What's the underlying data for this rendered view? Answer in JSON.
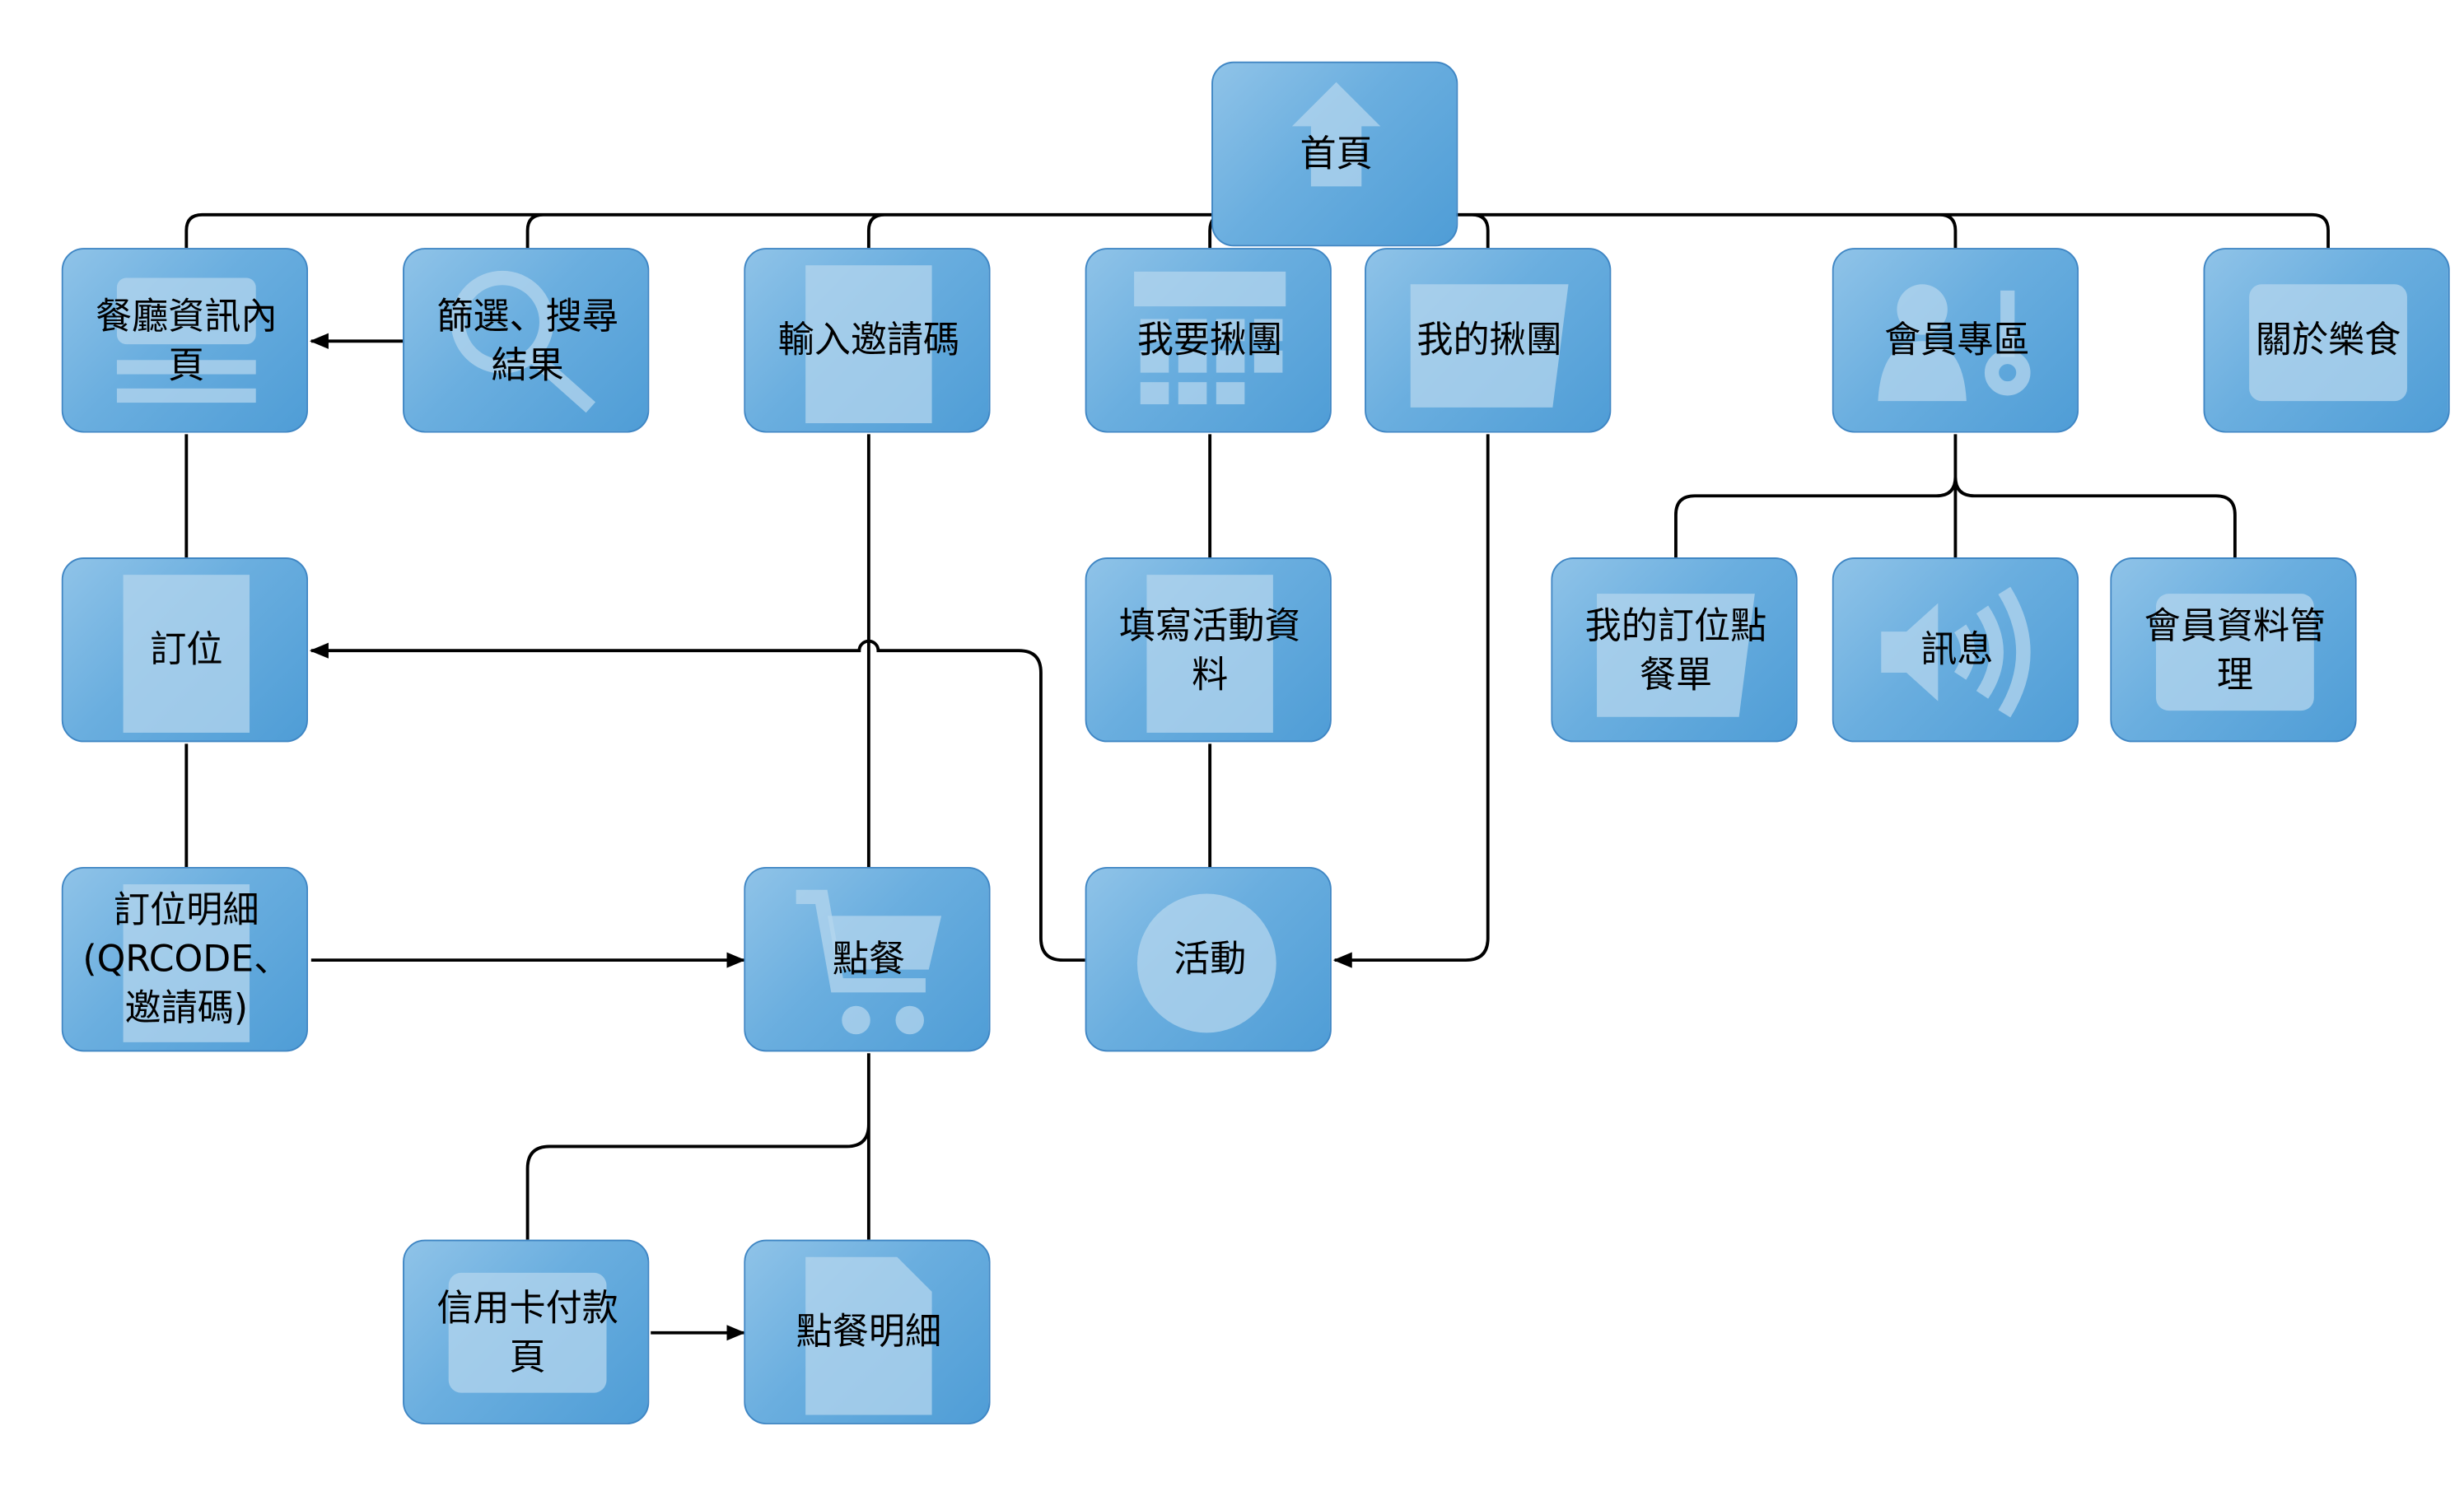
{
  "nodes": {
    "home": {
      "label": "首頁",
      "icon": "home-icon"
    },
    "restaurant_info": {
      "label": "餐廳資訊內\n頁",
      "icon": "list-icon"
    },
    "filter_search": {
      "label": "篩選、搜尋\n結果",
      "icon": "search-icon"
    },
    "invite_code": {
      "label": "輸入邀請碼",
      "icon": "document-icon"
    },
    "create_group": {
      "label": "我要揪團",
      "icon": "calendar-icon"
    },
    "my_groups": {
      "label": "我的揪團",
      "icon": "folder-icon"
    },
    "member_area": {
      "label": "會員專區",
      "icon": "users-icon"
    },
    "about": {
      "label": "關於樂食",
      "icon": "id-card-icon"
    },
    "reservation": {
      "label": "訂位",
      "icon": "document-icon"
    },
    "fill_activity": {
      "label": "填寫活動資\n料",
      "icon": "document-icon"
    },
    "my_orders": {
      "label": "我的訂位點\n餐單",
      "icon": "folder-icon"
    },
    "messages": {
      "label": "訊息",
      "icon": "speaker-icon"
    },
    "member_data": {
      "label": "會員資料管\n理",
      "icon": "id-card-icon"
    },
    "reservation_detail": {
      "label": "訂位明細\n(QRCODE、\n邀請碼)",
      "icon": "document-icon"
    },
    "order": {
      "label": "點餐",
      "icon": "cart-icon"
    },
    "activity": {
      "label": "活動",
      "icon": "pie-chart-icon"
    },
    "credit_card": {
      "label": "信用卡付款\n頁",
      "icon": "credit-card-icon"
    },
    "order_detail": {
      "label": "點餐明細",
      "icon": "file-icon"
    }
  },
  "colors": {
    "node_fill_light": "#8fc3e8",
    "node_fill_dark": "#4f9dd6",
    "node_border": "#3f86c4",
    "icon_color": "#b4d6ee",
    "connector": "#000000"
  }
}
